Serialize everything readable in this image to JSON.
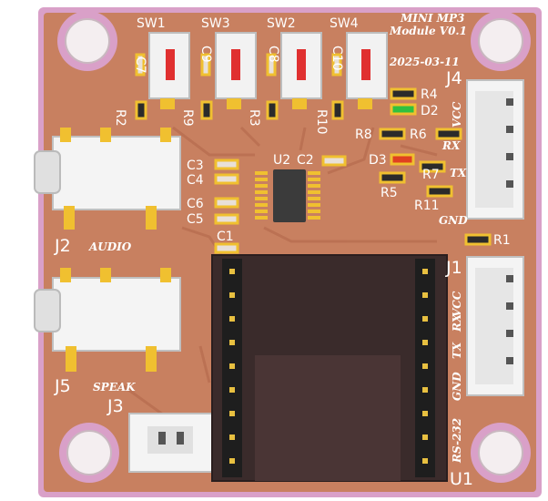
{
  "board": {
    "title_line1": "MINI MP3",
    "title_line2": "Module V0.1",
    "date": "2025-03-11",
    "colors": {
      "pcb": "#c88060",
      "pcb_edge": "#d9a0c8",
      "silkscreen": "#ffffff",
      "copper_pad": "#f0c030",
      "module": "#3a2b2b",
      "switch_body": "#f2f2f2",
      "switch_actuator": "#e03030",
      "led_green": "#30c040",
      "led_red": "#e04020",
      "connector": "#f4f4f4"
    }
  },
  "labels": {
    "sw1": "SW1",
    "sw3": "SW3",
    "sw2": "SW2",
    "sw4": "SW4",
    "c7": "C7",
    "c9": "C9",
    "c8": "C8",
    "c10": "C10",
    "r2": "R2",
    "r9": "R9",
    "r3": "R3",
    "r10": "R10",
    "r4": "R4",
    "d2": "D2",
    "r8": "R8",
    "r6": "R6",
    "d3": "D3",
    "r7": "R7",
    "r5": "R5",
    "r11": "R11",
    "c3": "C3",
    "c4": "C4",
    "c6": "C6",
    "c5": "C5",
    "u2": "U2",
    "c2": "C2",
    "c1": "C1",
    "r1": "R1",
    "j4": "J4",
    "j1": "J1",
    "j2": "J2",
    "j5": "J5",
    "j3": "J3",
    "u1": "U1",
    "j4_vcc": "VCC",
    "j4_rx": "RX",
    "j4_tx": "TX",
    "j4_gnd": "GND",
    "j1_vcc": "VCC",
    "j1_rx": "RX",
    "j1_tx": "TX",
    "j1_gnd": "GND",
    "rs232": "RS-232",
    "audio": "AUDIO",
    "speak": "SPEAK"
  }
}
